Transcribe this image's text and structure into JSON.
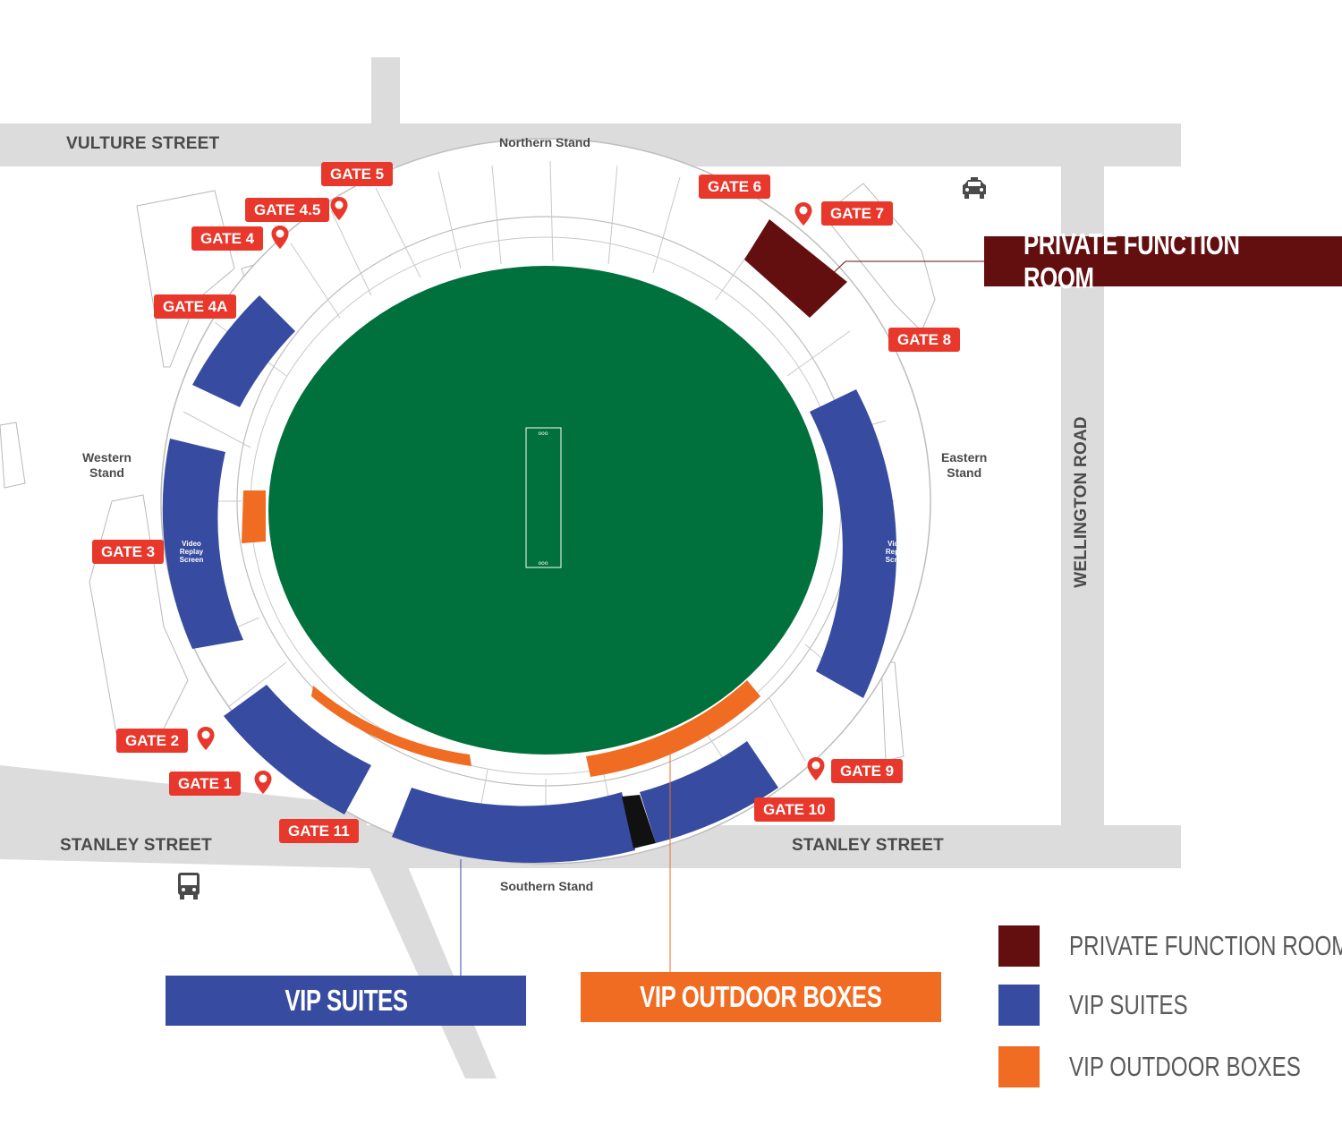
{
  "streets": {
    "vulture": "VULTURE STREET",
    "stanley_west": "STANLEY STREET",
    "stanley_east": "STANLEY STREET",
    "wellington": "WELLINGTON ROAD"
  },
  "stands": {
    "northern": "Northern Stand",
    "southern": "Southern Stand",
    "western": "Western\nStand",
    "eastern": "Eastern\nStand"
  },
  "screens": {
    "west": "Video\nReplay\nScreen",
    "east": "Video\nReplay\nScreen"
  },
  "gates": {
    "gate1": "GATE 1",
    "gate2": "GATE 2",
    "gate3": "GATE 3",
    "gate4": "GATE 4",
    "gate4a": "GATE 4A",
    "gate45": "GATE 4.5",
    "gate5": "GATE 5",
    "gate6": "GATE 6",
    "gate7": "GATE 7",
    "gate8": "GATE 8",
    "gate9": "GATE 9",
    "gate10": "GATE 10",
    "gate11": "GATE 11"
  },
  "callouts": {
    "private_function_room": "PRIVATE FUNCTION ROOM",
    "vip_suites": "VIP SUITES",
    "vip_outdoor_boxes": "VIP OUTDOOR BOXES"
  },
  "legend": [
    {
      "label": "PRIVATE FUNCTION ROOM",
      "color": "#630f10"
    },
    {
      "label": "VIP SUITES",
      "color": "#374ca0"
    },
    {
      "label": "VIP OUTDOOR BOXES",
      "color": "#ef6c22"
    }
  ],
  "colors": {
    "field": "#00703c",
    "vip_suites": "#374ca0",
    "vip_outdoor_boxes": "#ef6c22",
    "private_function_room": "#630f10",
    "gate": "#e8372b",
    "road": "#dcdcdd"
  },
  "icons": {
    "taxi": "taxi-icon",
    "bus": "bus-icon",
    "pin": "map-pin-icon"
  }
}
